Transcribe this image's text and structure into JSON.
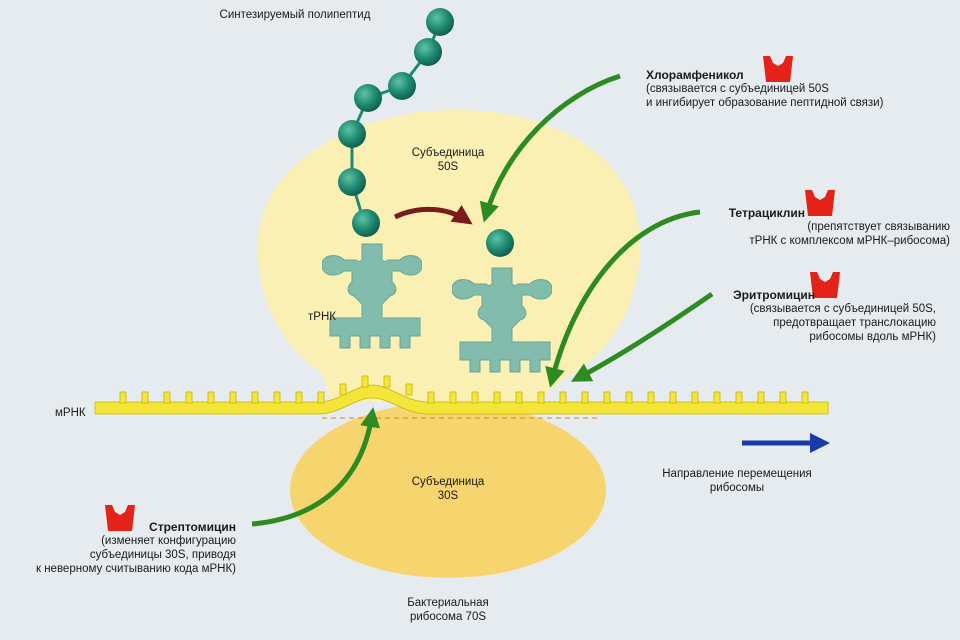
{
  "labels": {
    "polypeptide": "Синтезируемый полипептид",
    "subunit50_line1": "Субъединица",
    "subunit50_line2": "50S",
    "subunit30_line1": "Субъединица",
    "subunit30_line2": "30S",
    "trna": "тРНК",
    "mrna": "мРНК",
    "direction_line1": "Направление перемещения",
    "direction_line2": "рибосомы",
    "ribosome_line1": "Бактериальная",
    "ribosome_line2": "рибосома 70S"
  },
  "antibiotics": {
    "chloramphenicol": {
      "name": "Хлорамфеникол",
      "line1": "(связывается с субъединицей 50S",
      "line2": "и ингибирует образование пептидной связи)"
    },
    "tetracycline": {
      "name": "Тетрациклин",
      "line1": "(препятствует связыванию",
      "line2": "тРНК с комплексом мРНК–рибосома)"
    },
    "erythromycin": {
      "name": "Эритромицин",
      "line1": "(связывается с субъединицей 50S,",
      "line2": "предотвращает транслокацию",
      "line3": "рибосомы вдоль мРНК)"
    },
    "streptomycin": {
      "name": "Стрептомицин",
      "line1": "(изменяет конфигурацию",
      "line2": "субъединицы 30S, приводя",
      "line3": "к неверному считыванию кода мРНК)"
    }
  },
  "colors": {
    "background": "#e6ebf0",
    "subunit_50s": "#fbf0b4",
    "subunit_30s": "#f7d56e",
    "mrna": "#f3e53a",
    "trna": "#82bcac",
    "amino_acid": "#1f8a72",
    "inhibitor_arrow": "#2e8b22",
    "antibiotic_icon": "#e32218",
    "translocation_arrow": "#7a1a1a",
    "direction_arrow": "#1a3aa8"
  },
  "icons": {
    "antibiotic": "antibiotic-cup-icon",
    "amino_acid": "amino-acid-bead-icon"
  }
}
